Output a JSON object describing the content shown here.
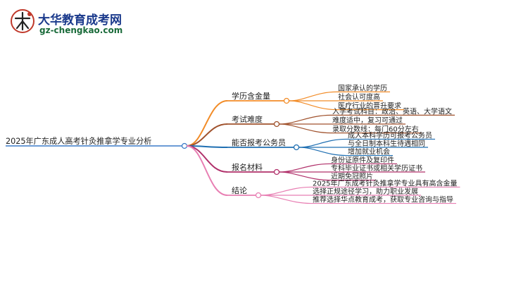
{
  "logo": {
    "title": "大华教育成考网",
    "url": "gz-chengkao.com"
  },
  "root": {
    "label": "2025年广东成人高考针灸推拿学专业分析"
  },
  "branches": [
    {
      "label": "学历含金量",
      "color": "#f28c28",
      "children": [
        "国家承认的学历",
        "社会认可度高",
        "医疗行业的晋升要求"
      ]
    },
    {
      "label": "考试难度",
      "color": "#a0522d",
      "children": [
        "入学考试科目：政治、英语、大学语文",
        "难度适中，复习可通过",
        "录取分数线：每门60分左右"
      ]
    },
    {
      "label": "能否报考公务员",
      "color": "#1f6fb2",
      "children": [
        "成人本科学历可报考公务员",
        "与全日制本科生待遇相同",
        "增加就业机会"
      ]
    },
    {
      "label": "报名材料",
      "color": "#b0306a",
      "children": [
        "身份证原件及复印件",
        "专科毕业证书或相关学历证书",
        "近期免冠照片"
      ]
    },
    {
      "label": "结论",
      "color": "#e87fb3",
      "children": [
        "2025年广东成考针灸推拿学专业具有高含金量",
        "选择正规途径学习，助力职业发展",
        "推荐选择华点教育成考，获取专业咨询与指导"
      ]
    }
  ]
}
